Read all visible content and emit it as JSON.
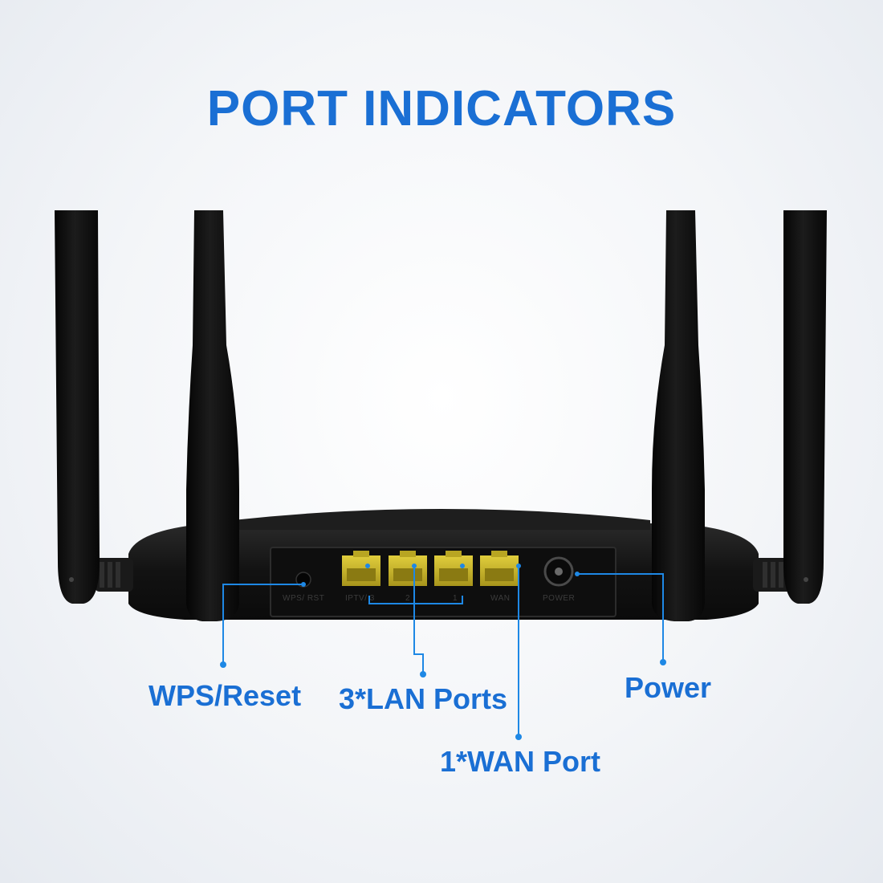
{
  "title": "PORT INDICATORS",
  "callouts": {
    "wps_reset": "WPS/Reset",
    "lan_ports": "3*LAN Ports",
    "wan_port": "1*WAN Port",
    "power": "Power"
  },
  "device_labels": {
    "wps_rst": "WPS/ RST",
    "iptv": "IPTV/ 3",
    "lan2": "2",
    "lan1": "1",
    "wan": "WAN",
    "power": "POWER"
  },
  "colors": {
    "accent": "#1a6fd4",
    "router_body": "#141414",
    "port": "#c9b52a"
  }
}
